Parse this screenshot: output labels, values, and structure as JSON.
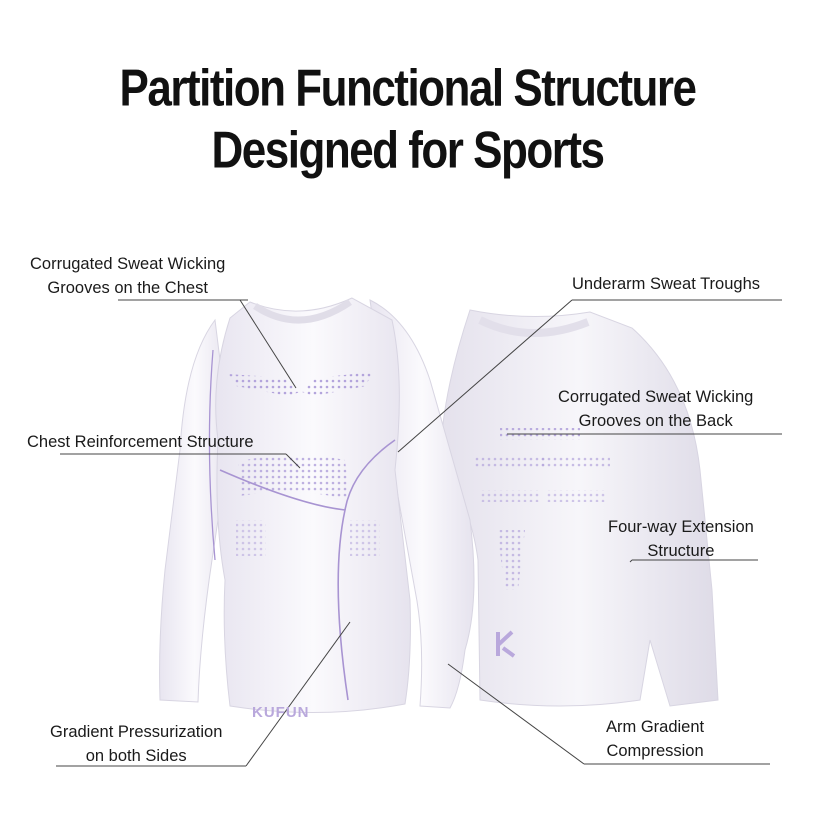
{
  "title": {
    "line1": "Partition Functional Structure",
    "line2": "Designed for Sports"
  },
  "labels": {
    "chest_grooves": [
      "Corrugated Sweat Wicking",
      "Grooves on the Chest"
    ],
    "chest_reinforcement": [
      "Chest Reinforcement Structure"
    ],
    "gradient_pressure": [
      "Gradient Pressurization",
      "on both Sides"
    ],
    "underarm": [
      "Underarm Sweat Troughs"
    ],
    "back_grooves": [
      "Corrugated Sweat Wicking",
      "Grooves on the Back"
    ],
    "four_way": [
      "Four-way Extension",
      "Structure"
    ],
    "arm_compression": [
      "Arm Gradient",
      "Compression"
    ]
  },
  "brand": "KUFUN",
  "colors": {
    "shirt": "#f4f2f8",
    "accent": "#a594d6",
    "line": "#555555"
  }
}
